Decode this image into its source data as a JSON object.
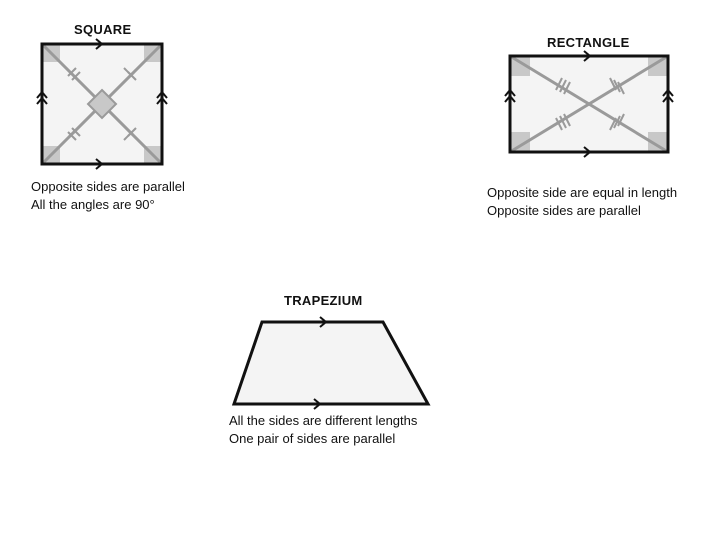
{
  "square": {
    "title": "SQUARE",
    "lines": [
      "Opposite sides are parallel",
      "All the angles are 90°"
    ]
  },
  "rectangle": {
    "title": "RECTANGLE",
    "lines": [
      "Opposite side are equal in length",
      "Opposite sides are parallel"
    ]
  },
  "trapezium": {
    "title": "TRAPEZIUM",
    "lines": [
      "All the sides are different lengths",
      "One pair of sides are parallel"
    ]
  },
  "colors": {
    "outline": "#111111",
    "diagonal": "#9a9a9a",
    "corner_fill": "#c8c8c8",
    "shape_fill": "#f4f4f4"
  }
}
